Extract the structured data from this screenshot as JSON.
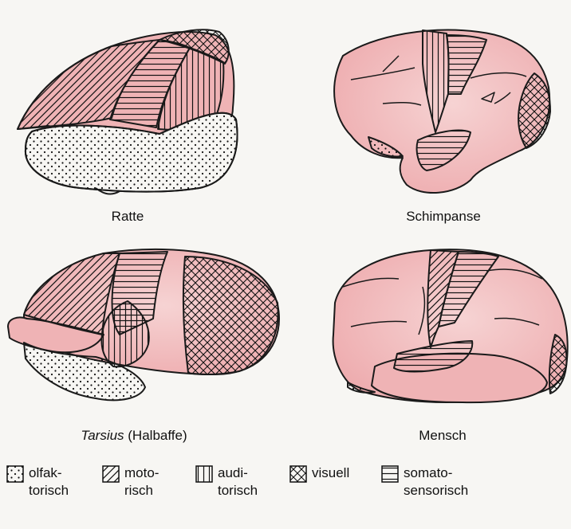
{
  "labels": {
    "ratte": "Ratte",
    "schimpanse": "Schimpanse",
    "tarsius_italic": "Tarsius",
    "tarsius_rest": " (Halbaffe)",
    "mensch": "Mensch"
  },
  "legend": [
    {
      "id": "olfaktorisch",
      "line1": "olfak-",
      "line2": "torisch",
      "pattern": "dots"
    },
    {
      "id": "motorisch",
      "line1": "moto-",
      "line2": "risch",
      "pattern": "diagonal"
    },
    {
      "id": "auditorisch",
      "line1": "audi-",
      "line2": "torisch",
      "pattern": "vertical"
    },
    {
      "id": "visuell",
      "line1": "visuell",
      "line2": "",
      "pattern": "crosshatch"
    },
    {
      "id": "somatosensorisch",
      "line1": "somato-",
      "line2": "sensorisch",
      "pattern": "horizontal"
    }
  ],
  "colors": {
    "cortex": "#efb3b5",
    "stroke": "#1a1a1a",
    "background": "#f7f6f3"
  }
}
